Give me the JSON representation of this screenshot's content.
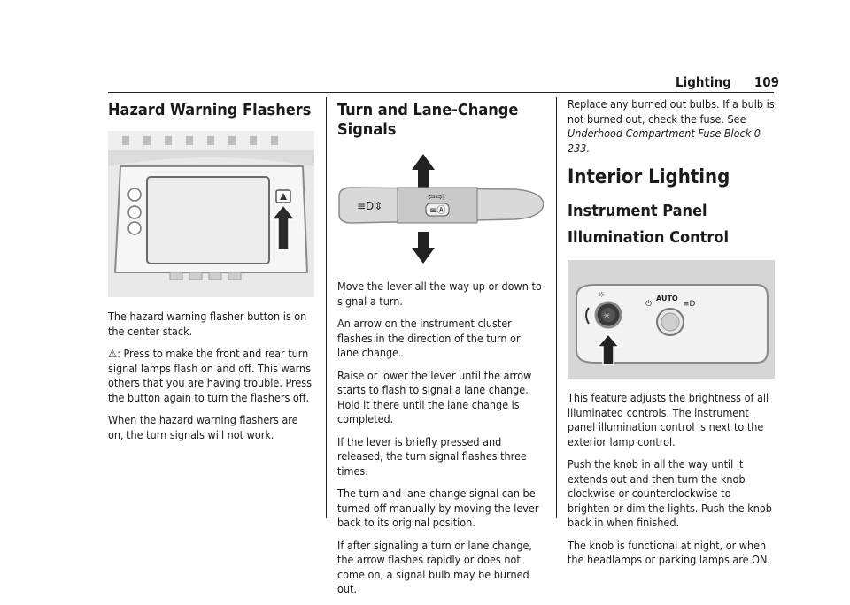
{
  "header": {
    "section": "Lighting",
    "page_number": "109"
  },
  "col1": {
    "heading": "Hazard Warning Flashers",
    "p1": "The hazard warning flasher button is on the center stack.",
    "p2_symbol": "⚠",
    "p2_colon": ":",
    "p2_text": " Press to make the front and rear turn signal lamps flash on and off. This warns others that you are having trouble. Press the button again to turn the flashers off.",
    "p3": "When the hazard warning flashers are on, the turn signals will not work."
  },
  "col2": {
    "heading": "Turn and Lane-Change Signals",
    "p1": "Move the lever all the way up or down to signal a turn.",
    "p2": "An arrow on the instrument cluster flashes in the direction of the turn or lane change.",
    "p3": "Raise or lower the lever until the arrow starts to flash to signal a lane change. Hold it there until the lane change is completed.",
    "p4": "If the lever is briefly pressed and released, the turn signal flashes three times.",
    "p5": "The turn and lane-change signal can be turned off manually by moving the lever back to its original position.",
    "p6": "If after signaling a turn or lane change, the arrow flashes rapidly or does not come on, a signal bulb may be burned out."
  },
  "col3": {
    "p1_text": "Replace any burned out bulbs. If a bulb is not burned out, check the fuse. See ",
    "p1_link": "Underhood Compartment Fuse Block",
    "p1_ref": " 0 233.",
    "heading_main": "Interior Lighting",
    "subheading": "Instrument Panel Illumination Control",
    "p2": "This feature adjusts the brightness of all illuminated controls. The instrument panel illumination control is next to the exterior lamp control.",
    "p3": "Push the knob in all the way until it extends out and then turn the knob clockwise or counterclockwise to brighten or dim the lights. Push the knob back in when finished.",
    "p4": "The knob is functional at night, or when the headlamps or parking lamps are ON.",
    "fig_auto_label": "AUTO"
  }
}
